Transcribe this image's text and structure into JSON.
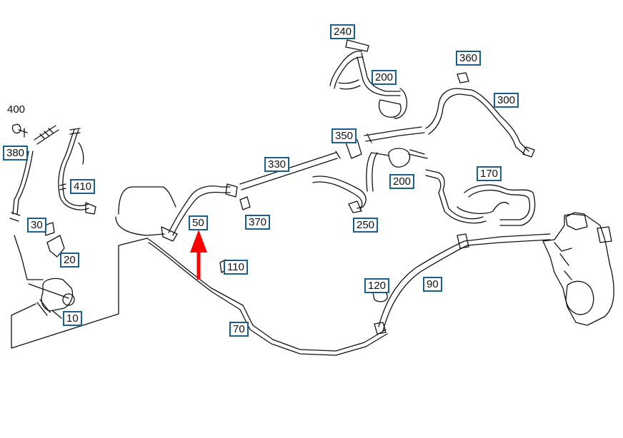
{
  "diagram": {
    "highlight_color": "#ff0000",
    "callout_border_color": "#1a5e8c",
    "part_color": "#111111",
    "highlighted_part": "50",
    "unboxed_labels": [
      "400"
    ],
    "callouts": [
      "240",
      "200",
      "360",
      "300",
      "380",
      "350",
      "330",
      "170",
      "410",
      "200",
      "30",
      "50",
      "370",
      "250",
      "20",
      "110",
      "120",
      "90",
      "10",
      "70"
    ]
  }
}
